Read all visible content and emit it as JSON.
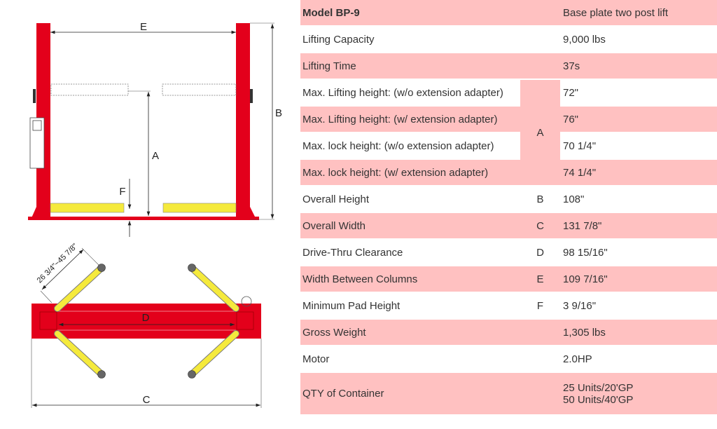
{
  "diagram": {
    "labels": {
      "E": "E",
      "B": "B",
      "A": "A",
      "F": "F",
      "D": "D",
      "C": "C",
      "arm_range": "26 3/4\"~45 7/8\""
    },
    "colors": {
      "post": "#e3001b",
      "arm": "#f5ea3c",
      "row": "#ffc1c1"
    }
  },
  "table": {
    "header": {
      "label": "Model BP-9",
      "value": "Base plate two post lift"
    },
    "rows": [
      {
        "label": "Lifting Capacity",
        "code": "",
        "value": "9,000 lbs"
      },
      {
        "label": "Lifting Time",
        "code": "",
        "value": "37s"
      },
      {
        "label": "Max. Lifting height: (w/o extension adapter)",
        "code": "A",
        "value": "72\""
      },
      {
        "label": "Max. Lifting height:  (w/ extension adapter)",
        "code": "",
        "value": "76\""
      },
      {
        "label": "Max. lock height:  (w/o extension adapter)",
        "code": "",
        "value": "70 1/4\""
      },
      {
        "label": "Max. lock height:  (w/ extension adapter)",
        "code": "",
        "value": "74 1/4\""
      },
      {
        "label": "Overall Height",
        "code": "B",
        "value": "108\""
      },
      {
        "label": "Overall Width",
        "code": "C",
        "value": "131 7/8\""
      },
      {
        "label": "Drive-Thru Clearance",
        "code": "D",
        "value": "98 15/16\""
      },
      {
        "label": "Width Between Columns",
        "code": "E",
        "value": "109 7/16\""
      },
      {
        "label": "Minimum Pad Height",
        "code": "F",
        "value": "3 9/16\""
      },
      {
        "label": "Gross Weight",
        "code": "",
        "value": "1,305 lbs"
      },
      {
        "label": "Motor",
        "code": "",
        "value": "2.0HP"
      },
      {
        "label": "QTY of Container",
        "code": "",
        "value": [
          "25 Units/20'GP",
          "50 Units/40'GP"
        ]
      }
    ]
  }
}
